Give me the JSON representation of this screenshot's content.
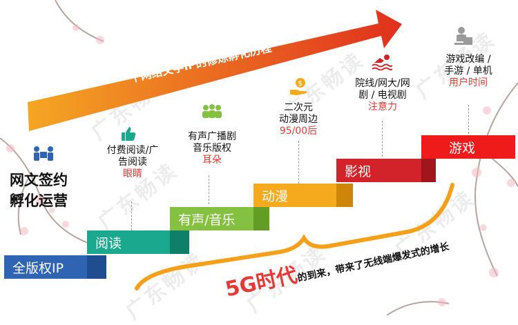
{
  "arrow_title": "一个网络文学IP的修炼孵化历程",
  "left_title": [
    "网文签约",
    "孵化运营"
  ],
  "watermark_text": "广东畅读",
  "steps": [
    {
      "label": "全版权IP",
      "color": "#2f64b3",
      "fold": "#1f4a8c"
    },
    {
      "label": "阅读",
      "color": "#1aa88e",
      "fold": "#0f7a66"
    },
    {
      "label": "有声/音乐",
      "color": "#84c140",
      "fold": "#5e9a22"
    },
    {
      "label": "动漫",
      "color": "#f4aa1c",
      "fold": "#c98209"
    },
    {
      "label": "影视",
      "color": "#d2232a",
      "fold": "#9b151b"
    },
    {
      "label": "游戏",
      "color": "#ef1a1a",
      "fold": "#b31010"
    }
  ],
  "labels": [
    {
      "lines": [
        "付费阅读/广",
        "告阅读"
      ],
      "highlight": "眼睛"
    },
    {
      "lines": [
        "有声广播剧",
        "音乐版权"
      ],
      "highlight": "耳朵"
    },
    {
      "lines": [
        "二次元",
        "动漫周边"
      ],
      "highlight": "95/00后"
    },
    {
      "lines": [
        "院线/网大/网",
        "剧 / 电视剧"
      ],
      "highlight": "注意力"
    },
    {
      "lines": [
        "游戏改编 /",
        "手游 / 单机"
      ],
      "highlight": "用户时间"
    }
  ],
  "footer": {
    "big": "5G时代",
    "rest": "的到来，带来了无线端爆发式的增长"
  },
  "icons": [
    "team-icon",
    "thumbs-up-icon",
    "group-icon",
    "money-hand-icon",
    "swimmer-icon",
    "reader-icon"
  ],
  "colors": {
    "arrow_start": "#f5a623",
    "arrow_end": "#e0301e",
    "highlight": "#e53935",
    "brace": "#f6a01a"
  }
}
